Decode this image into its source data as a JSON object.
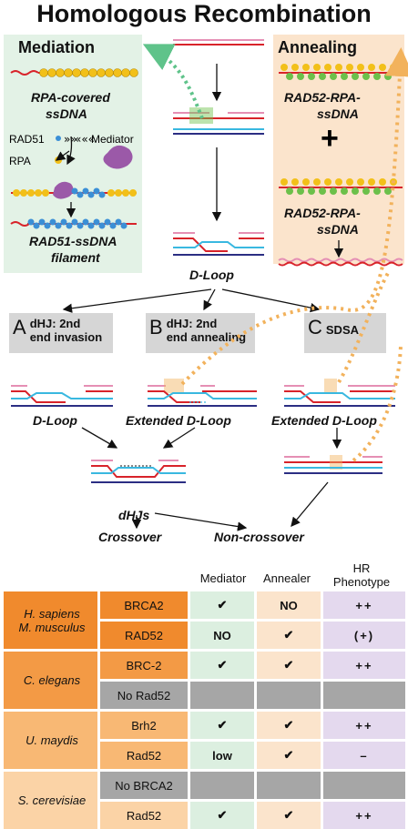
{
  "title": "Homologous Recombination",
  "mediation": {
    "heading": "Mediation",
    "rpa_covered_1": "RPA-covered",
    "rpa_covered_2": "ssDNA",
    "rad51": "RAD51",
    "rpa": "RPA",
    "mediator": "Mediator",
    "filament_1": "RAD51-ssDNA",
    "filament_2": "filament"
  },
  "annealing": {
    "heading": "Annealing",
    "complex1_1": "RAD52-RPA-",
    "complex1_2": "ssDNA",
    "plus": "+",
    "complex2_1": "RAD52-RPA-",
    "complex2_2": "ssDNA"
  },
  "center": {
    "dloop": "D-Loop"
  },
  "paths": {
    "a_letter": "A",
    "a_text_1": "dHJ: 2nd",
    "a_text_2": "end invasion",
    "b_letter": "B",
    "b_text_1": "dHJ: 2nd",
    "b_text_2": "end annealing",
    "c_letter": "C",
    "c_text": "SDSA"
  },
  "lower": {
    "dloop": "D-Loop",
    "ext1": "Extended D-Loop",
    "ext2": "Extended D-Loop",
    "dhjs": "dHJs",
    "crossover": "Crossover",
    "noncrossover": "Non-crossover"
  },
  "table": {
    "headers": {
      "mediator": "Mediator",
      "annealer": "Annealer",
      "hr_1": "HR",
      "hr_2": "Phenotype"
    },
    "rows": [
      {
        "species": "H. sapiens",
        "protein": "BRCA2",
        "mediator": "✔",
        "annealer": "NO",
        "phenotype": "++"
      },
      {
        "species": "M. musculus",
        "protein": "RAD52",
        "mediator": "NO",
        "annealer": "✔",
        "phenotype": "(+)"
      },
      {
        "species": "C. elegans",
        "protein": "BRC-2",
        "mediator": "✔",
        "annealer": "✔",
        "phenotype": "++"
      },
      {
        "species": "",
        "protein": "No Rad52",
        "mediator": "",
        "annealer": "",
        "phenotype": ""
      },
      {
        "species": "U. maydis",
        "protein": "Brh2",
        "mediator": "✔",
        "annealer": "✔",
        "phenotype": "++"
      },
      {
        "species": "",
        "protein": "Rad52",
        "mediator": "low",
        "annealer": "✔",
        "phenotype": "–"
      },
      {
        "species": "S. cerevisiae",
        "protein": "No BRCA2",
        "mediator": "",
        "annealer": "",
        "phenotype": ""
      },
      {
        "species": "",
        "protein": "Rad52",
        "mediator": "✔",
        "annealer": "✔",
        "phenotype": "++"
      }
    ]
  },
  "colors": {
    "red": "#d8232a",
    "pink": "#e58fb4",
    "cyan": "#39b8e0",
    "navy": "#2b2e83",
    "rpa": "#f2c019",
    "rad51": "#3b8fd6",
    "rad52": "#6cc04a",
    "mediator": "#9b59a8",
    "dash_green": "#5fc38a",
    "dash_orange": "#f2b25c"
  }
}
